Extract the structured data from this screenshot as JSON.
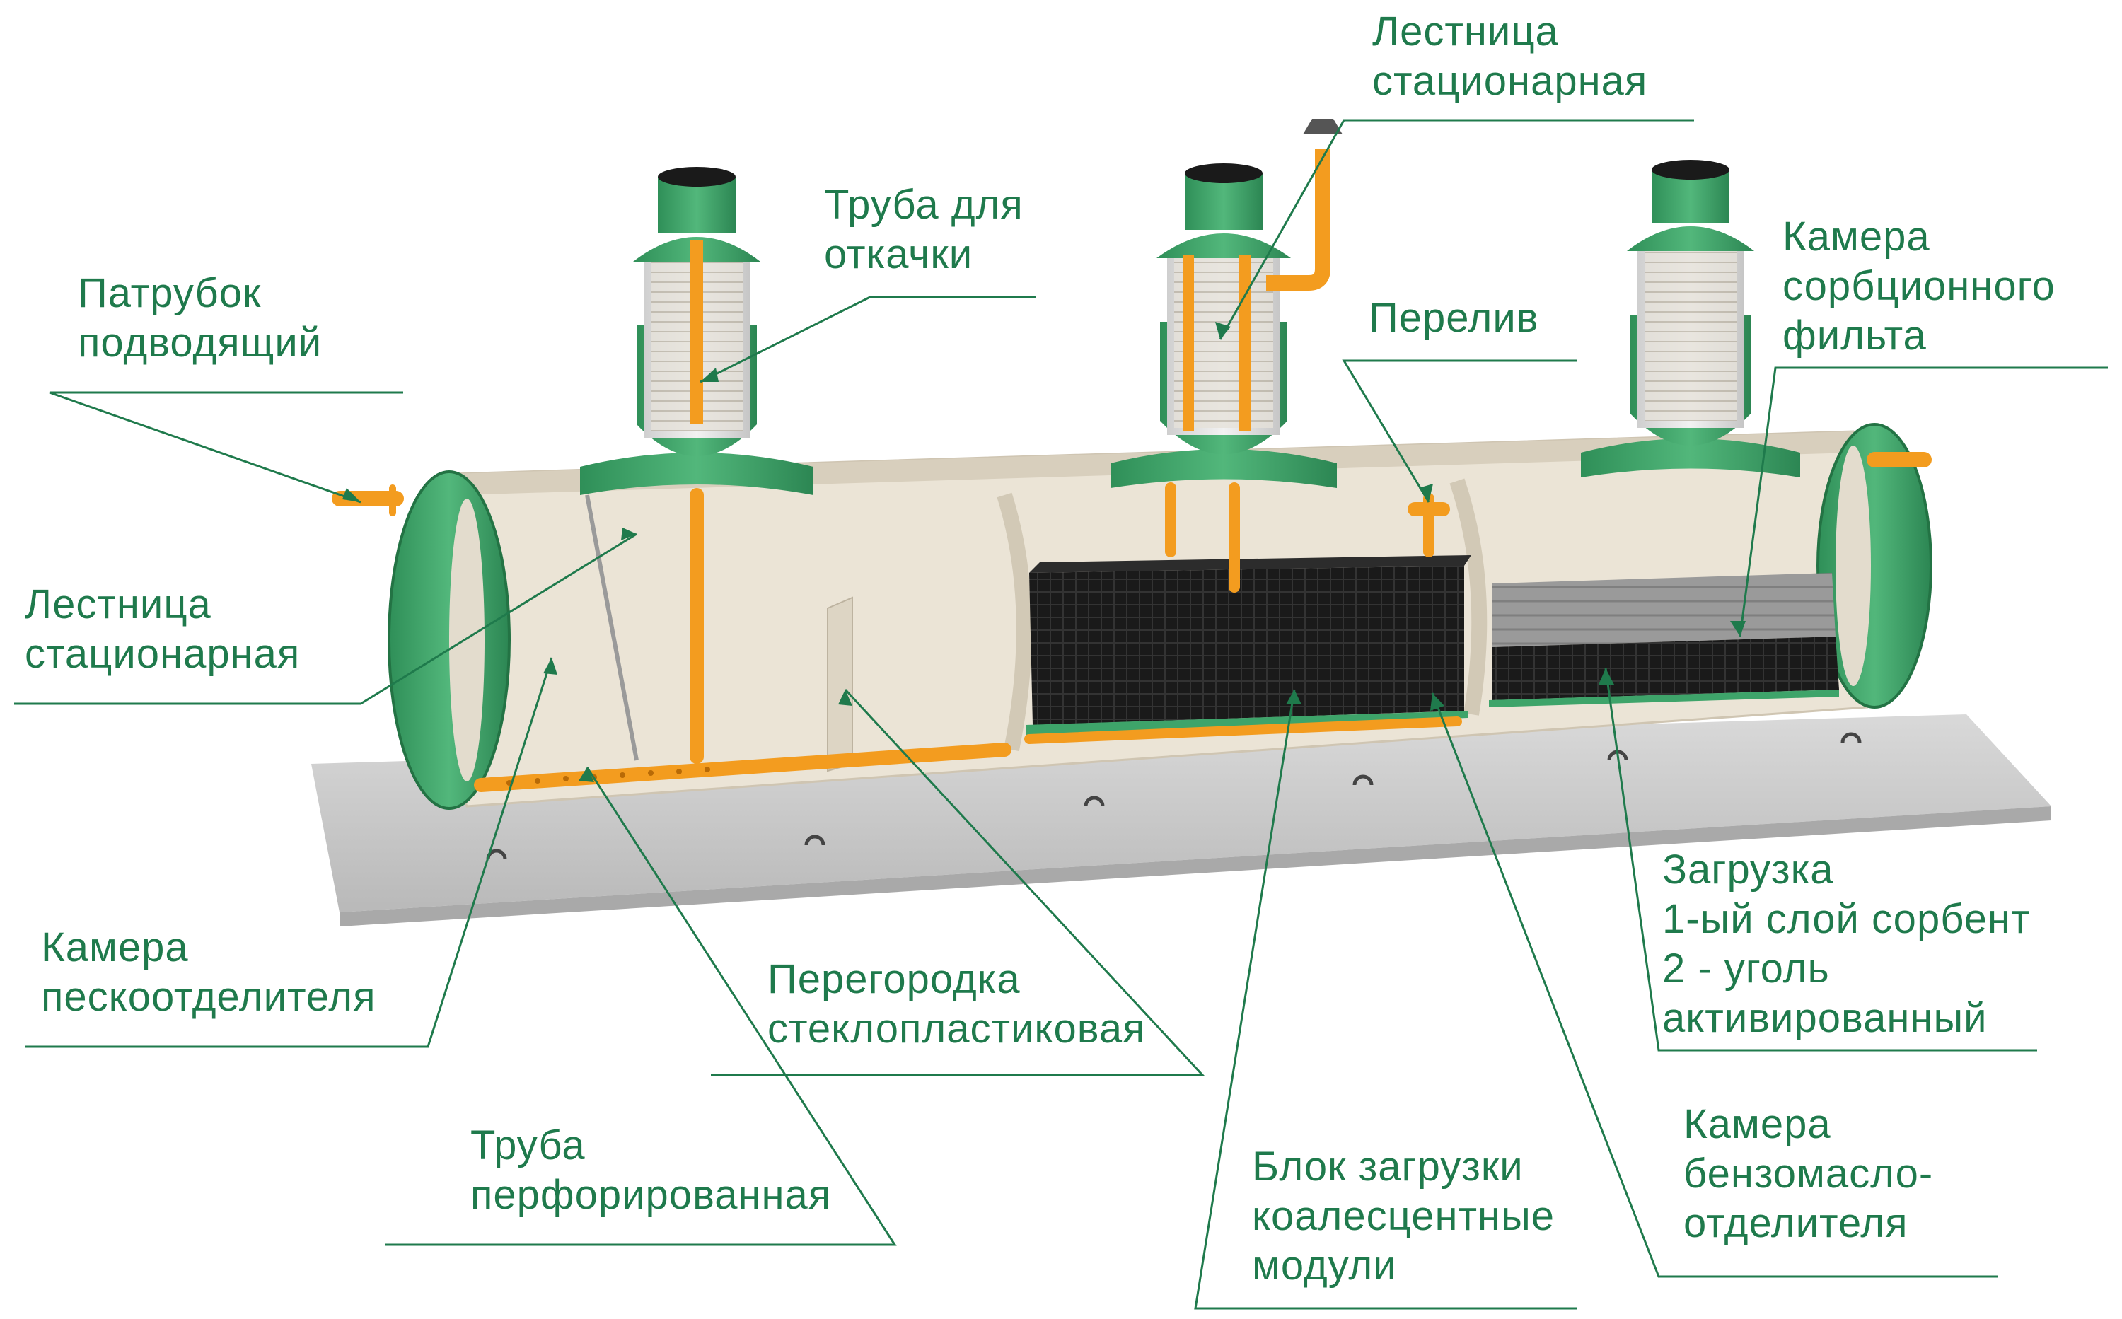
{
  "labels": {
    "ladder_top": [
      "Лестница",
      "стационарная"
    ],
    "pump_pipe": [
      "Труба для",
      "откачки"
    ],
    "inlet": [
      "Патрубок",
      "подводящий"
    ],
    "overflow": [
      "Перелив"
    ],
    "sorption": [
      "Камера",
      "сорбционного",
      "фильта"
    ],
    "ladder_left": [
      "Лестница",
      "стационарная"
    ],
    "sand_chamber": [
      "Камера",
      "пескоотделителя"
    ],
    "partition": [
      "Перегородка",
      "стеклопластиковая"
    ],
    "perforated_pipe": [
      "Труба",
      "перфорированная"
    ],
    "coalescent": [
      "Блок загрузки",
      "коалесцентные",
      "модули"
    ],
    "loading": [
      "Загрузка",
      "1-ый слой сорбент",
      "2 - уголь",
      "активированный"
    ],
    "oil_chamber": [
      "Камера",
      "бензомасло-",
      "отделителя"
    ]
  },
  "colors": {
    "label_green": "#1f7a4c",
    "tank_green": "#3ea46a",
    "tank_beige": "#e9e1d2",
    "pipe_orange": "#f39c1f",
    "base_gray": "#cfcfcf",
    "media_black": "#1b1b1b"
  }
}
